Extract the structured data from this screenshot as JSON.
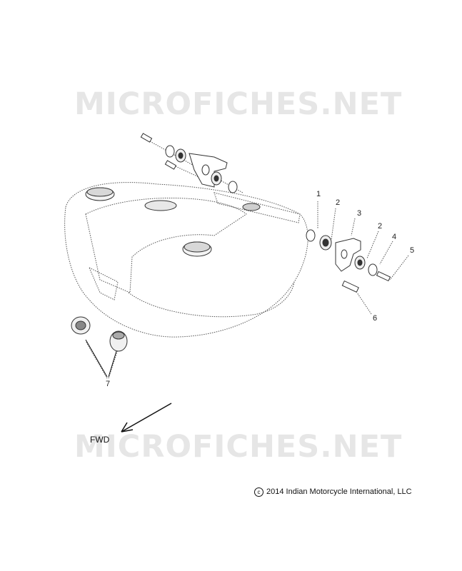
{
  "watermark": {
    "text": "MICROFICHES.NET"
  },
  "callouts": [
    {
      "id": "1",
      "label": "1"
    },
    {
      "id": "2a",
      "label": "2"
    },
    {
      "id": "3",
      "label": "3"
    },
    {
      "id": "2b",
      "label": "2"
    },
    {
      "id": "4",
      "label": "4"
    },
    {
      "id": "5",
      "label": "5"
    },
    {
      "id": "6",
      "label": "6"
    },
    {
      "id": "7",
      "label": "7"
    }
  ],
  "direction": {
    "label": "FWD"
  },
  "copyright": {
    "symbol": "c",
    "text": "2014 Indian Motorcycle International, LLC"
  }
}
